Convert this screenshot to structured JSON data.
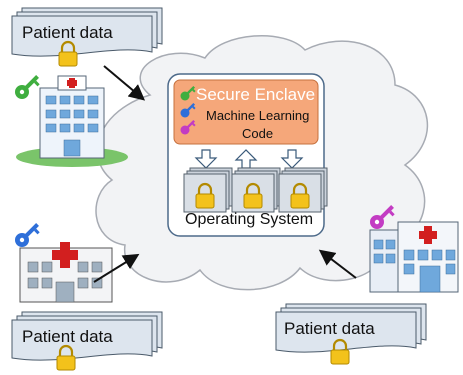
{
  "docs": {
    "top_left": "Patient data",
    "bottom_left": "Patient data",
    "bottom_right": "Patient data"
  },
  "enclave": {
    "title": "Secure Enclave",
    "line1": "Machine Learning",
    "line2": "Code"
  },
  "os_label": "Operating System",
  "colors": {
    "enclave_fill": "#f5a77a",
    "enclave_title": "#ffffff",
    "key_green": "#3fae3f",
    "key_blue": "#2e6fd9",
    "key_magenta": "#c33cc3",
    "lock_gold": "#f3c21b",
    "hospital_red": "#d21f1f"
  }
}
